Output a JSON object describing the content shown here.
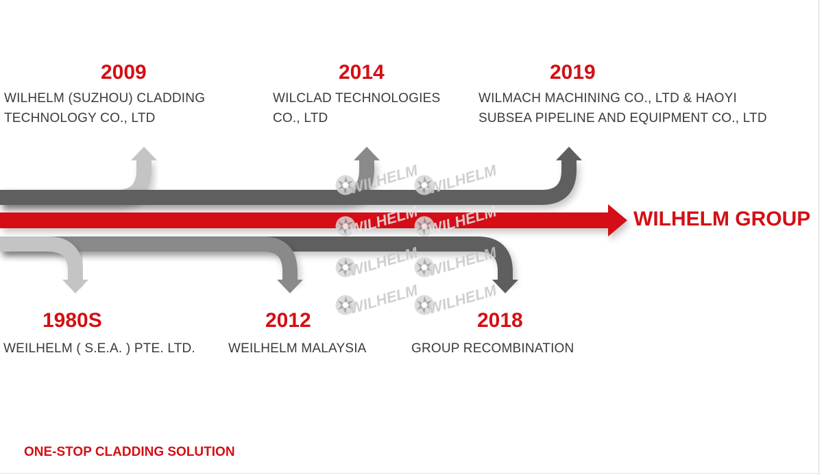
{
  "title": "WILHELM GROUP",
  "tagline": "ONE-STOP CLADDING SOLUTION",
  "colors": {
    "accent": "#d40f14",
    "text": "#3a3a3a",
    "arrow_light": "#c4c4c4",
    "arrow_mid": "#8a8a8a",
    "arrow_dark": "#5e5e5e"
  },
  "watermark": {
    "text": "WILHELM"
  },
  "milestones_top": [
    {
      "year": "2009",
      "lines": [
        "WILHELM (SUZHOU) CLADDING",
        "TECHNOLOGY CO., LTD"
      ]
    },
    {
      "year": "2014",
      "lines": [
        "WILCLAD TECHNOLOGIES",
        "CO., LTD"
      ]
    },
    {
      "year": "2019",
      "lines": [
        "WILMACH MACHINING CO., LTD & HAOYI",
        "SUBSEA PIPELINE AND EQUIPMENT CO., LTD"
      ]
    }
  ],
  "milestones_bottom": [
    {
      "year": "1980S",
      "lines": [
        "WEILHELM ( S.E.A. ) PTE. LTD."
      ]
    },
    {
      "year": "2012",
      "lines": [
        "WEILHELM MALAYSIA"
      ]
    },
    {
      "year": "2018",
      "lines": [
        "GROUP RECOMBINATION"
      ]
    }
  ]
}
